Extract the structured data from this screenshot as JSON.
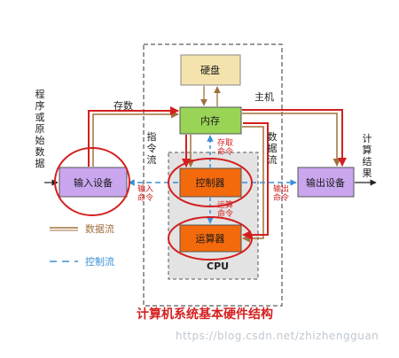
{
  "title": "计算机系统基本硬件结构",
  "host_label": "主机",
  "cpu_label": "CPU",
  "components": {
    "disk": "硬盘",
    "memory": "内存",
    "controller": "控制器",
    "alu": "运算器",
    "input": "输入设备",
    "output": "输出设备"
  },
  "flows": {
    "program_input": "程序或原始数据",
    "store": "存数",
    "instruction_flow": "指令流",
    "data_flow_vertical": "数据流",
    "fetch_cmd": "存取命令",
    "alu_cmd": "运算命令",
    "input_cmd": "输入命令",
    "output_cmd": "输出命令",
    "result": "计算结果"
  },
  "legend": {
    "data_flow": "数据流",
    "control_flow": "控制流"
  },
  "watermark": "https://blog.csdn.net/zhizhengguan",
  "colors": {
    "disk_fill": "#f4e3ad",
    "memory_fill": "#99d457",
    "controller_fill": "#f36a0c",
    "alu_fill": "#f36a0c",
    "io_fill": "#c9a6ee",
    "cpu_fill": "#e3e3e3",
    "data_flow": "#a0703c",
    "control_flow": "#3a8fd6",
    "highlight": "#d41f1f"
  }
}
